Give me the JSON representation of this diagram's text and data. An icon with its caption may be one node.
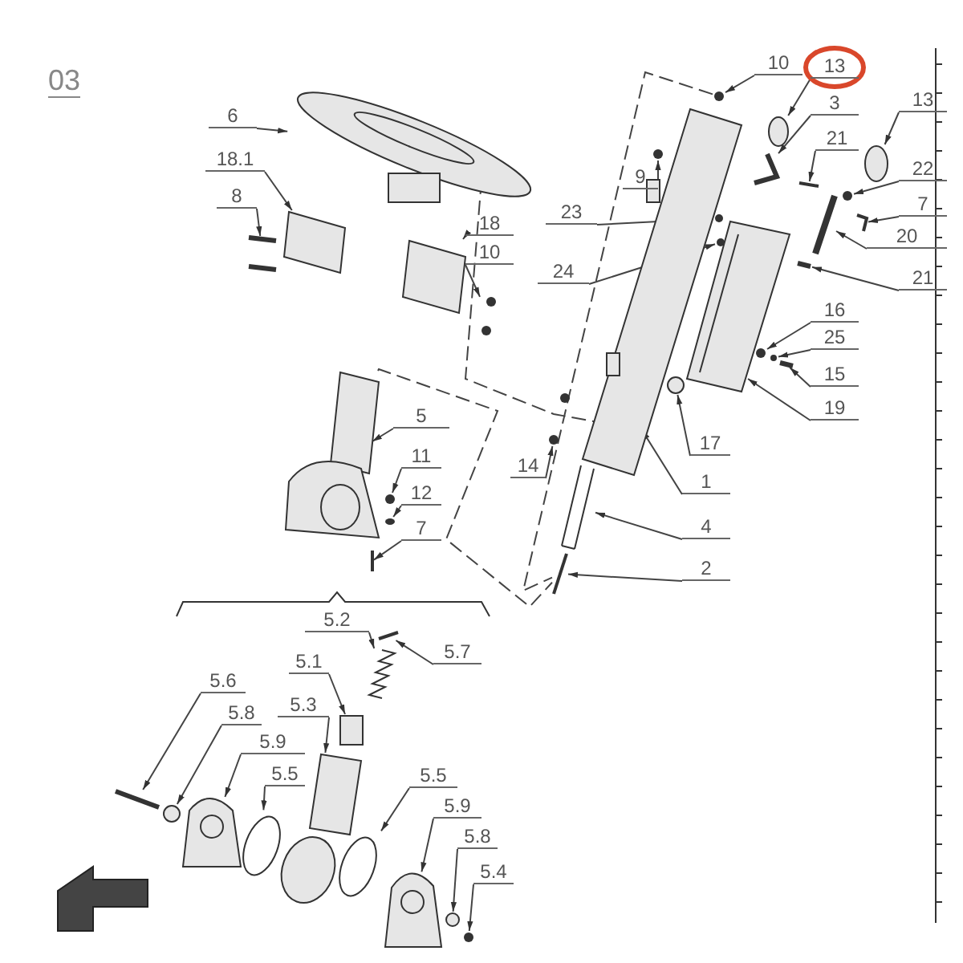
{
  "diagram": {
    "nodes": [
      {
        "text": [
          "10"
        ]
      },
      {
        "text": [
          "13"
        ]
      },
      {
        "text": [
          "3"
        ]
      },
      {
        "text": [
          "13"
        ]
      },
      {
        "text": [
          "6"
        ]
      },
      {
        "text": [
          "21"
        ]
      },
      {
        "text": [
          "18.1"
        ]
      },
      {
        "text": [
          "22"
        ]
      },
      {
        "text": [
          "9"
        ]
      },
      {
        "text": [
          "8"
        ]
      },
      {
        "text": [
          "7"
        ]
      },
      {
        "text": [
          "23"
        ]
      },
      {
        "text": [
          "18"
        ]
      },
      {
        "text": [
          "20"
        ]
      },
      {
        "text": [
          "10"
        ]
      },
      {
        "text": [
          "24"
        ]
      },
      {
        "text": [
          "21"
        ]
      },
      {
        "text": [
          "16"
        ]
      },
      {
        "text": [
          "25"
        ]
      },
      {
        "text": [
          "15"
        ]
      },
      {
        "text": [
          "19"
        ]
      },
      {
        "text": [
          "5"
        ]
      },
      {
        "text": [
          "17"
        ]
      },
      {
        "text": [
          "11"
        ]
      },
      {
        "text": [
          "14"
        ]
      },
      {
        "text": [
          "1"
        ]
      },
      {
        "text": [
          "12"
        ]
      },
      {
        "text": [
          "4"
        ]
      },
      {
        "text": [
          "7"
        ]
      },
      {
        "text": [
          "2"
        ]
      },
      {
        "text": [
          "5.2"
        ]
      },
      {
        "text": [
          "5.7"
        ]
      },
      {
        "text": [
          "5.1"
        ]
      },
      {
        "text": [
          "5.6"
        ]
      },
      {
        "text": [
          "5.3"
        ]
      },
      {
        "text": [
          "5.8"
        ]
      },
      {
        "text": [
          "5.9"
        ]
      },
      {
        "text": [
          "5.5"
        ]
      },
      {
        "text": [
          "5.5"
        ]
      },
      {
        "text": [
          "5.9"
        ]
      },
      {
        "text": [
          "5.8"
        ]
      },
      {
        "text": [
          "5.4"
        ]
      },
      {
        "text": [],
        "shape": "picture"
      },
      {
        "text": [],
        "shape": "box"
      },
      {
        "text": [],
        "shape": "bar"
      },
      {
        "text": [],
        "shape": "box"
      },
      {
        "text": [],
        "shape": "circle"
      },
      {
        "text": [],
        "shape": "circle"
      },
      {
        "text": [],
        "shape": "circle"
      },
      {
        "text": [],
        "shape": "bar"
      },
      {
        "text": [],
        "shape": "circle"
      },
      {
        "text": [],
        "shape": "bar"
      },
      {
        "text": [],
        "shape": "circle"
      },
      {
        "text": [],
        "shape": "bar"
      },
      {
        "text": [],
        "shape": "bar"
      },
      {
        "text": [],
        "shape": "bar"
      },
      {
        "text": [],
        "shape": "circle"
      },
      {
        "text": [],
        "shape": "circle"
      },
      {
        "text": [],
        "shape": "circle"
      },
      {
        "text": [],
        "shape": "circle"
      },
      {
        "text": [],
        "shape": "circle"
      },
      {
        "text": [],
        "shape": "bar"
      },
      {
        "text": [],
        "shape": "box"
      },
      {
        "text": [],
        "shape": "circle"
      },
      {
        "text": [],
        "shape": "box"
      },
      {
        "text": [],
        "shape": "circle"
      },
      {
        "text": [],
        "shape": "bar"
      },
      {
        "text": [],
        "shape": "bar"
      },
      {
        "text": [],
        "shape": "picture"
      },
      {
        "text": [],
        "shape": "circle"
      },
      {
        "text": [],
        "shape": "circle"
      },
      {
        "text": [],
        "shape": "bar"
      },
      {
        "text": [],
        "shape": "bar"
      },
      {
        "text": [],
        "shape": "picture"
      },
      {
        "text": [],
        "shape": "box"
      },
      {
        "text": [],
        "shape": "picture"
      },
      {
        "text": [],
        "shape": "bar"
      },
      {
        "text": [],
        "shape": "circle"
      },
      {
        "text": [],
        "shape": "picture"
      },
      {
        "text": [],
        "shape": "circle"
      },
      {
        "text": [],
        "shape": "circle"
      },
      {
        "text": [],
        "shape": "picture"
      },
      {
        "text": [],
        "shape": "circle"
      },
      {
        "text": [],
        "shape": "circle"
      }
    ],
    "edges": [
      {
        "from": 0,
        "to": 47,
        "arrow": "to"
      },
      {
        "from": 1,
        "to": 48,
        "arrow": "to"
      },
      {
        "from": 2,
        "to": 49,
        "arrow": "to"
      },
      {
        "from": 3,
        "to": 50,
        "arrow": "to"
      },
      {
        "from": 4,
        "to": 42,
        "arrow": "to"
      },
      {
        "from": 5,
        "to": 51,
        "arrow": "to"
      },
      {
        "from": 6,
        "to": 43,
        "arrow": "to"
      },
      {
        "from": 7,
        "to": 52,
        "arrow": "to"
      },
      {
        "from": 8,
        "to": 56,
        "arrow": "to"
      },
      {
        "from": 9,
        "to": 44,
        "arrow": "to"
      },
      {
        "from": 10,
        "to": 53,
        "arrow": "to"
      },
      {
        "from": 11,
        "to": 57,
        "arrow": "to"
      },
      {
        "from": 12,
        "to": 45,
        "arrow": "to"
      },
      {
        "from": 13,
        "to": 54,
        "arrow": "to"
      },
      {
        "from": 14,
        "to": 46,
        "arrow": "to"
      },
      {
        "from": 15,
        "to": 58,
        "arrow": "to"
      },
      {
        "from": 16,
        "to": 55,
        "arrow": "to"
      },
      {
        "from": 17,
        "to": 59,
        "arrow": "to"
      },
      {
        "from": 18,
        "to": 60,
        "arrow": "to"
      },
      {
        "from": 19,
        "to": 61,
        "arrow": "to"
      },
      {
        "from": 20,
        "to": 62,
        "arrow": "to"
      },
      {
        "from": 21,
        "to": 68,
        "arrow": "to"
      },
      {
        "from": 22,
        "to": 63,
        "arrow": "to"
      },
      {
        "from": 23,
        "to": 69,
        "arrow": "to"
      },
      {
        "from": 24,
        "to": 65,
        "arrow": "to"
      },
      {
        "from": 25,
        "to": 64,
        "arrow": "to"
      },
      {
        "from": 26,
        "to": 70,
        "arrow": "to"
      },
      {
        "from": 27,
        "to": 66,
        "arrow": "to"
      },
      {
        "from": 28,
        "to": 71,
        "arrow": "to"
      },
      {
        "from": 29,
        "to": 67,
        "arrow": "to"
      },
      {
        "from": 30,
        "to": 73,
        "arrow": "to"
      },
      {
        "from": 31,
        "to": 72,
        "arrow": "to"
      },
      {
        "from": 32,
        "to": 74,
        "arrow": "to"
      },
      {
        "from": 33,
        "to": 76,
        "arrow": "to"
      },
      {
        "from": 34,
        "to": 75,
        "arrow": "to"
      },
      {
        "from": 35,
        "to": 77,
        "arrow": "to"
      },
      {
        "from": 36,
        "to": 78,
        "arrow": "to"
      },
      {
        "from": 37,
        "to": 79,
        "arrow": "to"
      },
      {
        "from": 38,
        "to": 80,
        "arrow": "to"
      },
      {
        "from": 39,
        "to": 81,
        "arrow": "to"
      },
      {
        "from": 40,
        "to": 82,
        "arrow": "to"
      },
      {
        "from": 41,
        "to": 83,
        "arrow": "to"
      },
      {
        "from": 42,
        "to": 64,
        "arrow": "none",
        "style": "dashed"
      },
      {
        "from": 47,
        "to": 67,
        "arrow": "none",
        "style": "dashed"
      },
      {
        "from": 68,
        "to": 67,
        "arrow": "none",
        "style": "dashed"
      }
    ],
    "labels": [
      "03"
    ]
  }
}
